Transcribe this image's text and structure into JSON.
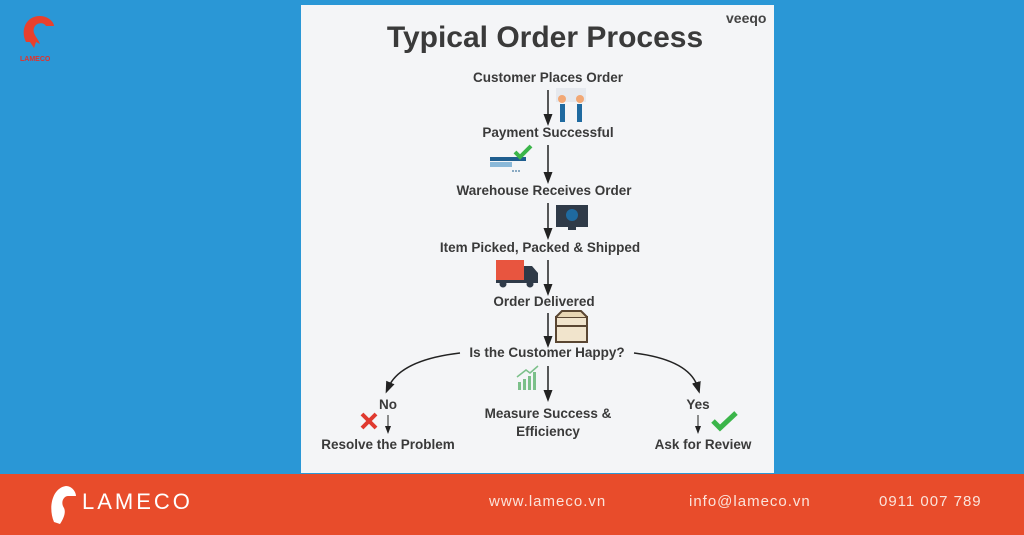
{
  "logo": {
    "text": "LAMECO"
  },
  "card": {
    "title": "Typical Order Process",
    "brand": "veeqo",
    "steps": [
      "Customer Places Order",
      "Payment Successful",
      "Warehouse Receives Order",
      "Item Picked, Packed & Shipped",
      "Order Delivered",
      "Is the Customer Happy?"
    ],
    "branches": {
      "no": "No",
      "no_result": "Resolve the Problem",
      "middle": "Measure Success & Efficiency",
      "yes": "Yes",
      "yes_result": "Ask for Review"
    }
  },
  "footer": {
    "brand": "LAMECO",
    "website": "www.lameco.vn",
    "email": "info@lameco.vn",
    "phone": "0911 007 789"
  },
  "colors": {
    "background": "#2a97d6",
    "footer": "#e84c2b"
  }
}
